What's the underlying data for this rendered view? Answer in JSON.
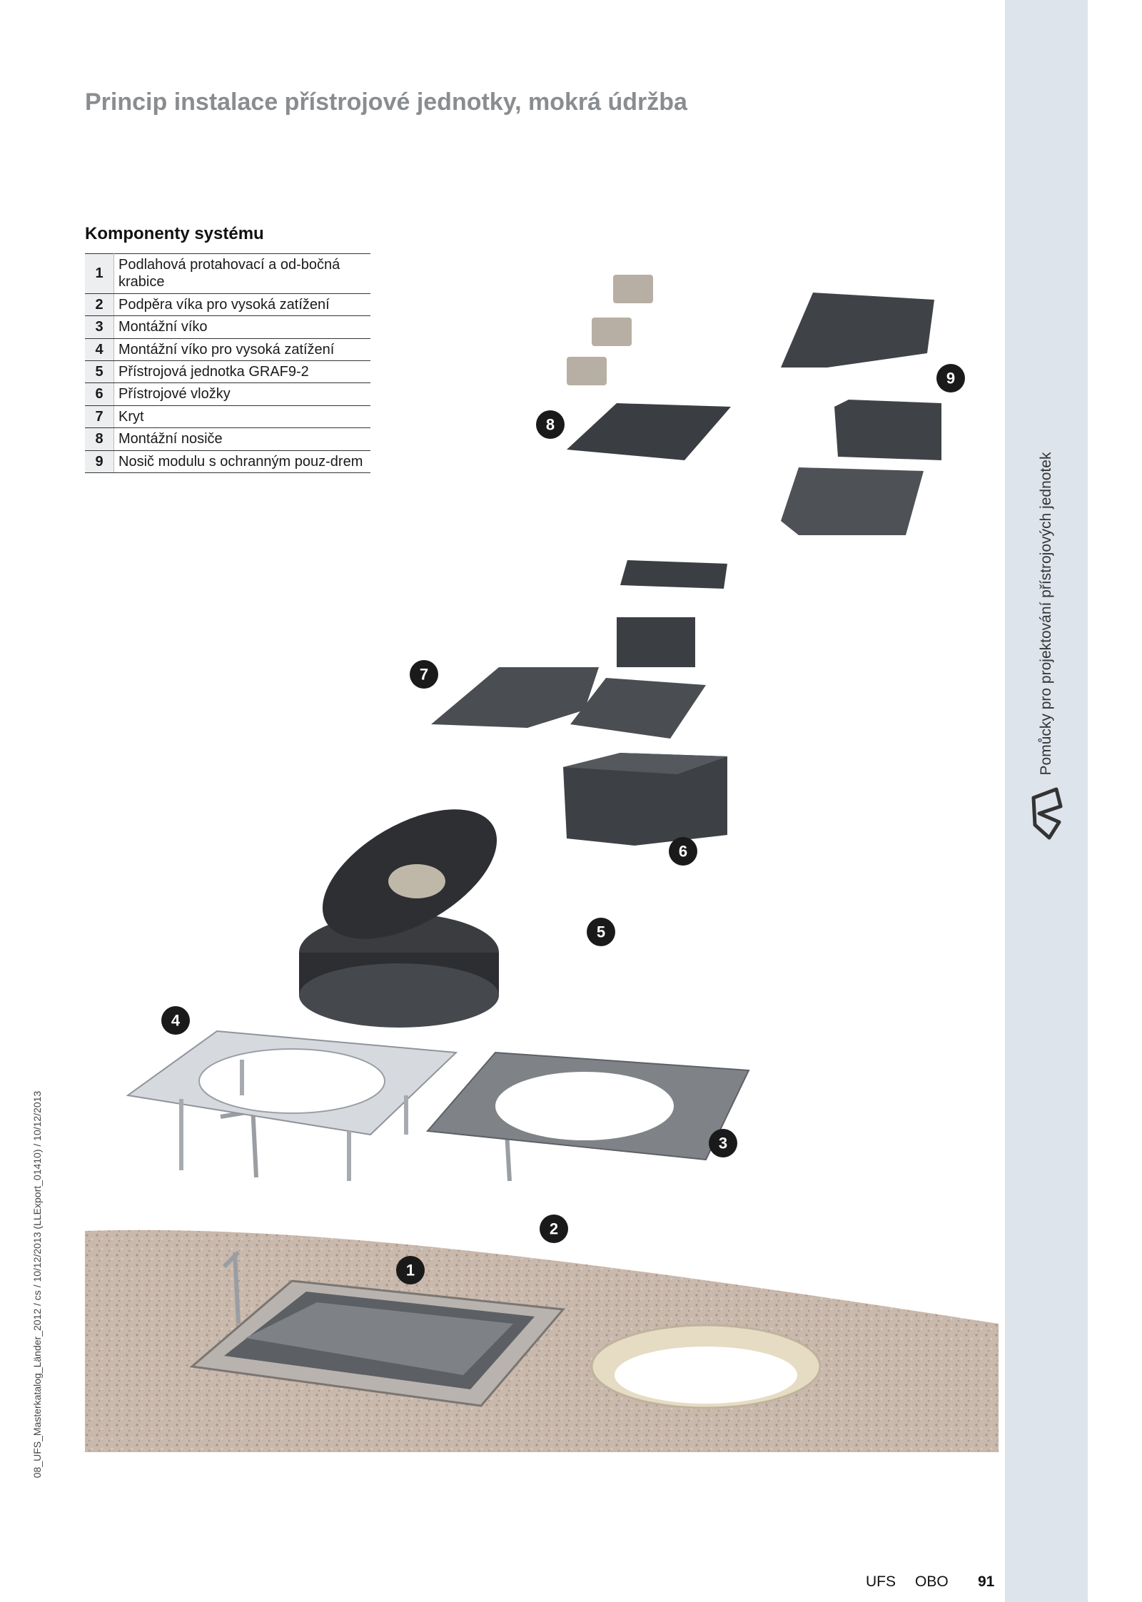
{
  "page": {
    "title": "Princip instalace přístrojové jednotky, mokrá údržba",
    "side_label": "Pomůcky pro projektování přístrojových jednotek",
    "print_code": "08_UFS_Masterkatalog_Länder_2012 / cs / 10/12/2013 (LLExport_01410) / 10/12/2013",
    "logo_icon": "obo-logo-icon"
  },
  "components": {
    "heading": "Komponenty systému",
    "items": [
      {
        "num": "1",
        "label": "Podlahová protahovací a od-bočná krabice"
      },
      {
        "num": "2",
        "label": "Podpěra víka pro vysoká zatížení"
      },
      {
        "num": "3",
        "label": "Montážní víko"
      },
      {
        "num": "4",
        "label": "Montážní víko pro vysoká zatížení"
      },
      {
        "num": "5",
        "label": "Přístrojová jednotka GRAF9-2"
      },
      {
        "num": "6",
        "label": "Přístrojové vložky"
      },
      {
        "num": "7",
        "label": "Kryt"
      },
      {
        "num": "8",
        "label": "Montážní nosiče"
      },
      {
        "num": "9",
        "label": "Nosič modulu s ochranným pouz-drem"
      }
    ]
  },
  "callouts": [
    "1",
    "2",
    "3",
    "4",
    "5",
    "6",
    "7",
    "8",
    "9"
  ],
  "footer": {
    "section": "UFS",
    "brand": "OBO",
    "page_number": "91"
  },
  "colors": {
    "title": "#8a8d90",
    "sidebar": "#dde4ec",
    "badge": "#1a1a1a"
  }
}
